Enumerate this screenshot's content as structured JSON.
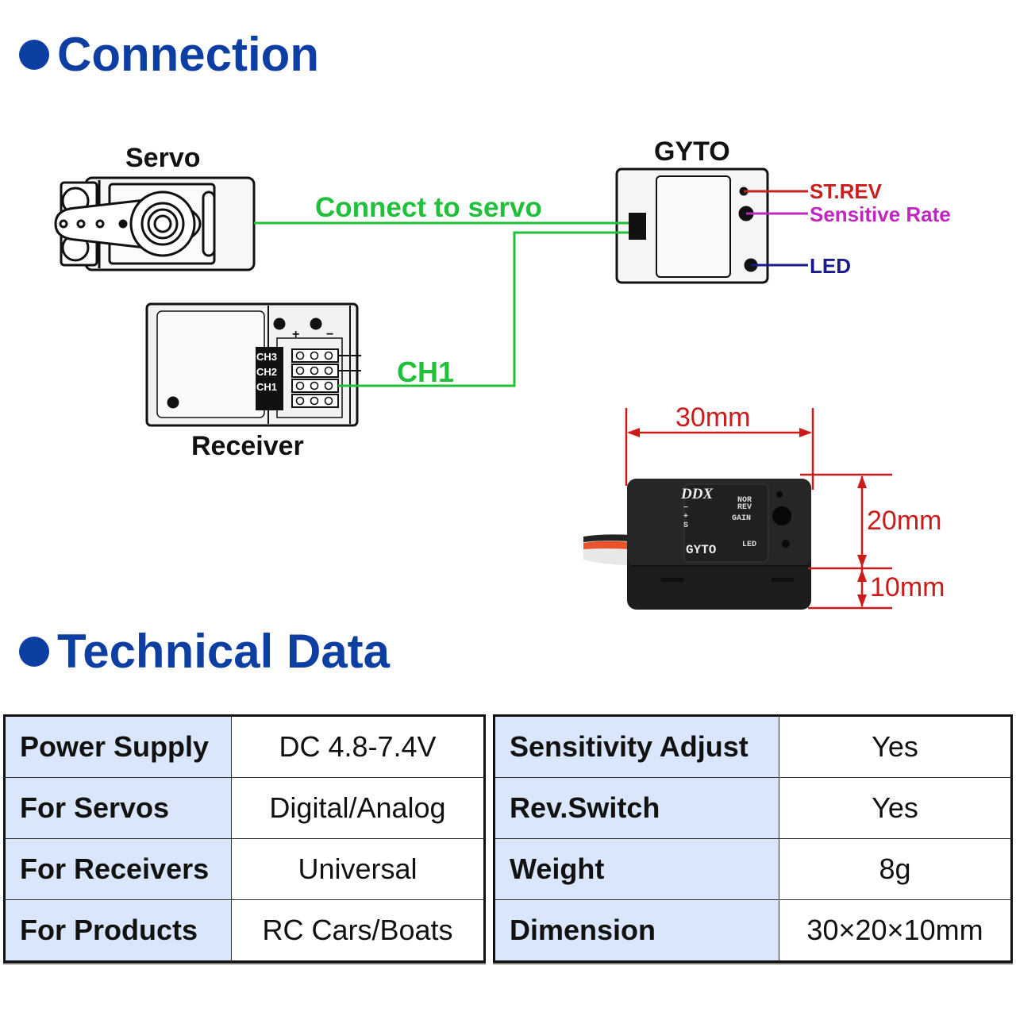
{
  "sections": {
    "connection": {
      "title": "Connection"
    },
    "technical": {
      "title": "Technical Data"
    }
  },
  "colors": {
    "heading_blue": "#0d3fa3",
    "wire_green": "#22c03a",
    "st_rev_red": "#c8201d",
    "sensitive_rate_magenta": "#c027c0",
    "led_navy": "#1a1a8c",
    "dimension_red": "#cc1a1a",
    "table_key_bg": "#dae6fb"
  },
  "diagram": {
    "servo": {
      "label": "Servo"
    },
    "receiver": {
      "label": "Receiver",
      "channels": [
        "CH3",
        "CH2",
        "CH1"
      ],
      "polarity": [
        "+",
        "−"
      ]
    },
    "gyro": {
      "label": "GYTO",
      "ports": [
        {
          "name": "st-rev",
          "label": "ST.REV"
        },
        {
          "name": "sensitive-rate",
          "label": "Sensitive Rate"
        },
        {
          "name": "led",
          "label": "LED"
        }
      ]
    },
    "wires": {
      "servo_wire_label": "Connect to servo",
      "receiver_wire_label": "CH1"
    }
  },
  "product_photo": {
    "brand": "DDX",
    "model": "GYTO",
    "labels": {
      "nor": "NOR",
      "rev": "REV",
      "gain": "GAIN",
      "led": "LED",
      "pins": [
        "−",
        "+",
        "S"
      ]
    },
    "dimensions": {
      "width": "30mm",
      "height": "20mm",
      "depth": "10mm"
    }
  },
  "spec_tables": {
    "left": [
      {
        "key": "Power Supply",
        "value": "DC 4.8-7.4V"
      },
      {
        "key": "For Servos",
        "value": "Digital/Analog"
      },
      {
        "key": "For Receivers",
        "value": "Universal"
      },
      {
        "key": "For Products",
        "value": "RC Cars/Boats"
      }
    ],
    "right": [
      {
        "key": "Sensitivity Adjust",
        "value": "Yes"
      },
      {
        "key": "Rev.Switch",
        "value": "Yes"
      },
      {
        "key": "Weight",
        "value": "8g"
      },
      {
        "key": "Dimension",
        "value": "30×20×10mm"
      }
    ]
  }
}
